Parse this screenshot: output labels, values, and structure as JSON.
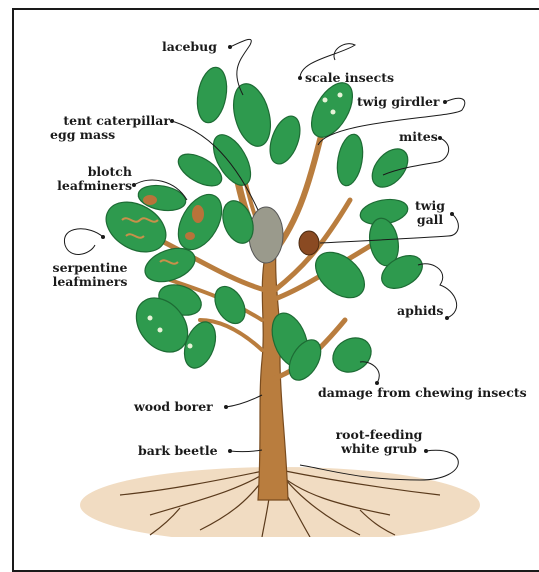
{
  "labels": {
    "lacebug": "lacebug",
    "scale_insects": "scale insects",
    "twig_girdler": "twig girdler",
    "tent_caterpillar_1": "tent caterpillar",
    "tent_caterpillar_2": "egg mass",
    "mites": "mites",
    "blotch_1": "blotch",
    "blotch_2": "leafminers",
    "twig_gall_1": "twig",
    "twig_gall_2": "gall",
    "serpentine_1": "serpentine",
    "serpentine_2": "leafminers",
    "aphids": "aphids",
    "chewing": "damage from chewing insects",
    "wood_borer": "wood borer",
    "bark_beetle": "bark beetle",
    "grub_1": "root-feeding",
    "grub_2": "white grub"
  },
  "colors": {
    "leaf": "#2e9a4e",
    "leaf_dark": "#1d6b34",
    "bark": "#b97d3e",
    "bark_dark": "#7a4c1f",
    "soil": "#f1dcc2",
    "ink": "#1a1a1a"
  },
  "icons": [
    "tree-illustration",
    "leaf-icon",
    "egg-mass-icon",
    "gall-icon",
    "root-icon"
  ]
}
